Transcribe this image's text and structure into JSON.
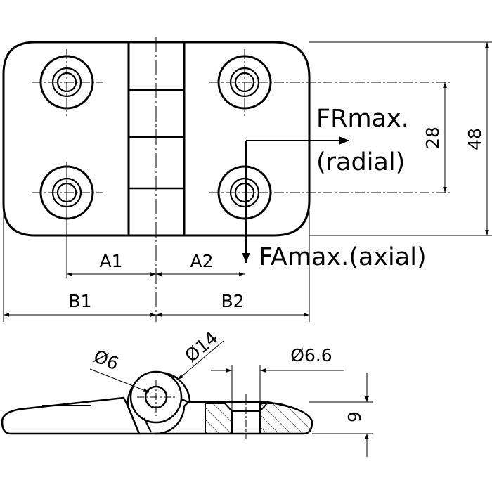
{
  "drawing": {
    "colors": {
      "line": "#000000",
      "background": "#ffffff"
    },
    "top_view": {
      "dimensions": {
        "a1": "A1",
        "a2": "A2",
        "b1": "B1",
        "b2": "B2",
        "hole_spacing": "28",
        "overall_height": "48"
      },
      "loads": {
        "radial_line1": "FRmax.",
        "radial_line2": "(radial)",
        "axial": "FAmax.(axial)"
      }
    },
    "side_view": {
      "dimensions": {
        "pin_diameter": "Ø6",
        "knuckle_diameter": "Ø14",
        "hole_diameter": "Ø6.6",
        "thickness": "9"
      }
    }
  }
}
